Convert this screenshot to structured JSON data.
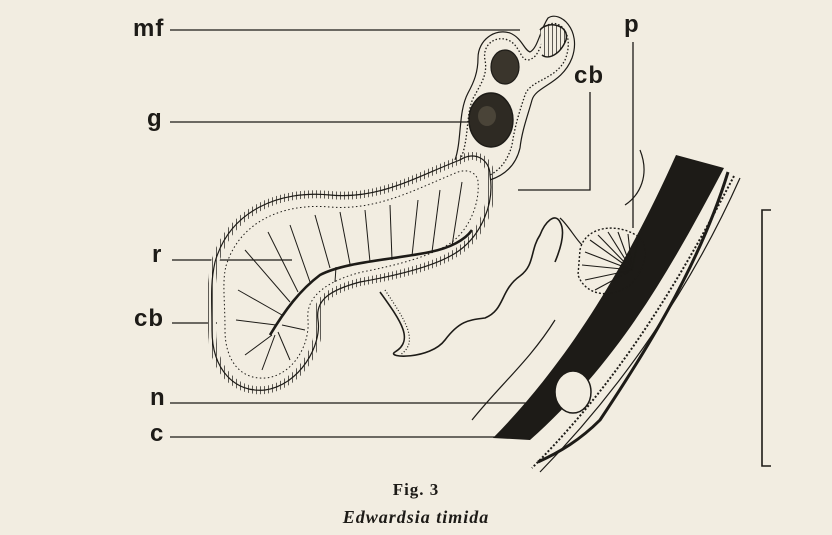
{
  "labels": {
    "mf": "mf",
    "g": "g",
    "cb_top": "cb",
    "p": "p",
    "r": "r",
    "cb_left": "cb",
    "n": "n",
    "c": "c"
  },
  "caption": {
    "figure": "Fig. 3",
    "species": "Edwardsia timida"
  },
  "colors": {
    "paper": "#f2ede1",
    "ink": "#1d1b17"
  }
}
